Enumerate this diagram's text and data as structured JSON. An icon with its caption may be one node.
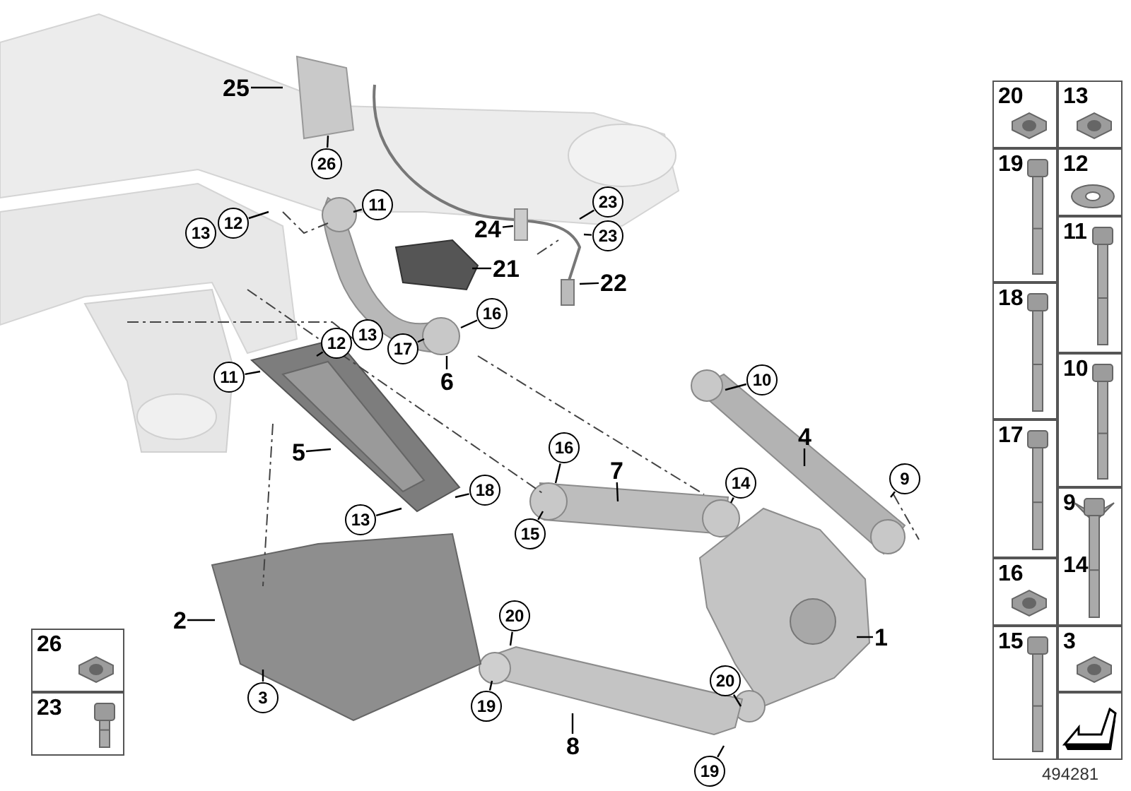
{
  "diagram": {
    "nodes": [
      {
        "text": [
          "25"
        ]
      },
      {
        "text": [
          "26"
        ]
      },
      {
        "text": [
          "11"
        ]
      },
      {
        "text": [
          "23"
        ]
      },
      {
        "text": [
          "12"
        ]
      },
      {
        "text": [
          "24"
        ]
      },
      {
        "text": [
          "13"
        ]
      },
      {
        "text": [
          "23"
        ]
      },
      {
        "text": [
          "21"
        ]
      },
      {
        "text": [
          "22"
        ]
      },
      {
        "text": [
          "16"
        ]
      },
      {
        "text": [
          "13"
        ]
      },
      {
        "text": [
          "12"
        ]
      },
      {
        "text": [
          "17"
        ]
      },
      {
        "text": [
          "11"
        ]
      },
      {
        "text": [
          "10"
        ]
      },
      {
        "text": [
          "6"
        ]
      },
      {
        "text": [
          "4"
        ]
      },
      {
        "text": [
          "16"
        ]
      },
      {
        "text": [
          "5"
        ]
      },
      {
        "text": [
          "7"
        ]
      },
      {
        "text": [
          "9"
        ]
      },
      {
        "text": [
          "14"
        ]
      },
      {
        "text": [
          "18"
        ]
      },
      {
        "text": [
          "13"
        ]
      },
      {
        "text": [
          "15"
        ]
      },
      {
        "text": [
          "2"
        ]
      },
      {
        "text": [
          "20"
        ]
      },
      {
        "text": [
          "1"
        ]
      },
      {
        "text": [
          "20"
        ]
      },
      {
        "text": [
          "3"
        ]
      },
      {
        "text": [
          "19"
        ]
      },
      {
        "text": [
          "8"
        ]
      },
      {
        "text": [
          "19"
        ]
      },
      {
        "text": [
          "26"
        ]
      },
      {
        "text": [
          "23"
        ]
      },
      {
        "text": [
          "20"
        ]
      },
      {
        "text": [
          "13"
        ]
      },
      {
        "text": [
          "19"
        ]
      },
      {
        "text": [
          "12"
        ]
      },
      {
        "text": [
          "11"
        ]
      },
      {
        "text": [
          "18"
        ]
      },
      {
        "text": [
          "10"
        ]
      },
      {
        "text": [
          "17"
        ]
      },
      {
        "text": [
          "9",
          "14"
        ]
      },
      {
        "text": [
          "16"
        ]
      },
      {
        "text": [
          "3"
        ]
      },
      {
        "text": [
          "15"
        ]
      },
      {
        "text": [],
        "shape": "box"
      }
    ],
    "edges": [
      {
        "from": 0,
        "to": null,
        "arrow": "none"
      },
      {
        "from": 1,
        "to": null,
        "arrow": "none"
      },
      {
        "from": 2,
        "to": null,
        "arrow": "none"
      },
      {
        "from": 3,
        "to": null,
        "arrow": "none"
      },
      {
        "from": 4,
        "to": null,
        "arrow": "none"
      },
      {
        "from": 5,
        "to": null,
        "arrow": "none"
      },
      {
        "from": 7,
        "to": null,
        "arrow": "none"
      },
      {
        "from": 8,
        "to": null,
        "arrow": "none"
      },
      {
        "from": 9,
        "to": null,
        "arrow": "none"
      },
      {
        "from": 10,
        "to": null,
        "arrow": "none"
      },
      {
        "from": 12,
        "to": null,
        "arrow": "none"
      },
      {
        "from": 13,
        "to": null,
        "arrow": "none"
      },
      {
        "from": 14,
        "to": null,
        "arrow": "none"
      },
      {
        "from": 15,
        "to": null,
        "arrow": "none"
      },
      {
        "from": 16,
        "to": null,
        "arrow": "none"
      },
      {
        "from": 17,
        "to": null,
        "arrow": "none"
      },
      {
        "from": 18,
        "to": null,
        "arrow": "none"
      },
      {
        "from": 19,
        "to": null,
        "arrow": "none"
      },
      {
        "from": 20,
        "to": null,
        "arrow": "none"
      },
      {
        "from": 21,
        "to": null,
        "arrow": "none"
      },
      {
        "from": 22,
        "to": null,
        "arrow": "none"
      },
      {
        "from": 23,
        "to": null,
        "arrow": "none"
      },
      {
        "from": 24,
        "to": null,
        "arrow": "none"
      },
      {
        "from": 25,
        "to": null,
        "arrow": "none"
      },
      {
        "from": 26,
        "to": null,
        "arrow": "none"
      },
      {
        "from": 27,
        "to": null,
        "arrow": "none"
      },
      {
        "from": 28,
        "to": null,
        "arrow": "none"
      },
      {
        "from": 29,
        "to": null,
        "arrow": "none"
      },
      {
        "from": 30,
        "to": null,
        "arrow": "none"
      },
      {
        "from": 31,
        "to": null,
        "arrow": "none"
      },
      {
        "from": 32,
        "to": null,
        "arrow": "none"
      },
      {
        "from": 33,
        "to": null,
        "arrow": "none"
      }
    ],
    "labels": [
      "494281"
    ]
  }
}
